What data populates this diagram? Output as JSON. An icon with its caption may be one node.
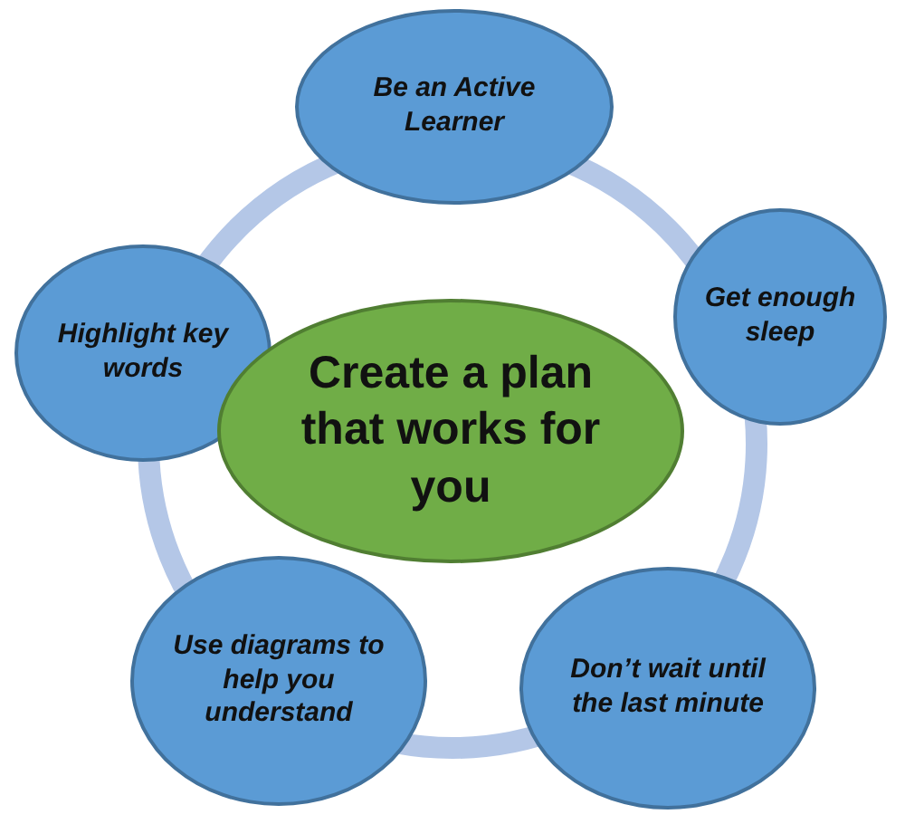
{
  "diagram": {
    "nodes": [
      {
        "text": [
          "Be an Active Learner"
        ]
      },
      {
        "text": [
          "Get enough sleep"
        ]
      },
      {
        "text": [
          "Don’t wait until the last minute"
        ]
      },
      {
        "text": [
          "Use diagrams to help you understand"
        ]
      },
      {
        "text": [
          "Highlight key words"
        ]
      },
      {
        "text": [
          "Create a plan that works for you"
        ]
      }
    ]
  }
}
